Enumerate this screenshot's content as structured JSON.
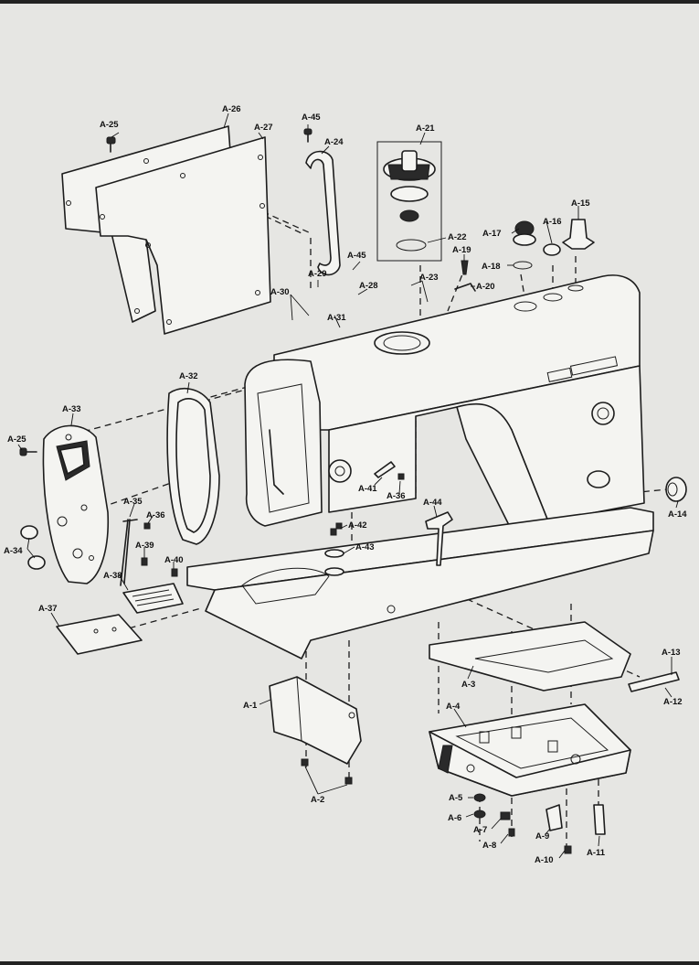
{
  "labels": {
    "A1": "A-1",
    "A2": "A-2",
    "A3": "A-3",
    "A4": "A-4",
    "A5": "A-5",
    "A6": "A-6",
    "A7": "A-7",
    "A8": "A-8",
    "A9": "A-9",
    "A10": "A-10",
    "A11": "A-11",
    "A12": "A-12",
    "A13": "A-13",
    "A14": "A-14",
    "A15": "A-15",
    "A16": "A-16",
    "A17": "A-17",
    "A18": "A-18",
    "A19": "A-19",
    "A20": "A-20",
    "A21": "A-21",
    "A22": "A-22",
    "A23": "A-23",
    "A24": "A-24",
    "A25a": "A-25",
    "A25b": "A-25",
    "A26": "A-26",
    "A27": "A-27",
    "A28": "A-28",
    "A29": "A-29",
    "A30": "A-30",
    "A31": "A-31",
    "A32": "A-32",
    "A33": "A-33",
    "A34": "A-34",
    "A35": "A-35",
    "A36a": "A-36",
    "A36b": "A-36",
    "A37": "A-37",
    "A38": "A-38",
    "A39": "A-39",
    "A40": "A-40",
    "A41": "A-41",
    "A42": "A-42",
    "A43": "A-43",
    "A44": "A-44",
    "A45a": "A-45",
    "A45b": "A-45"
  }
}
